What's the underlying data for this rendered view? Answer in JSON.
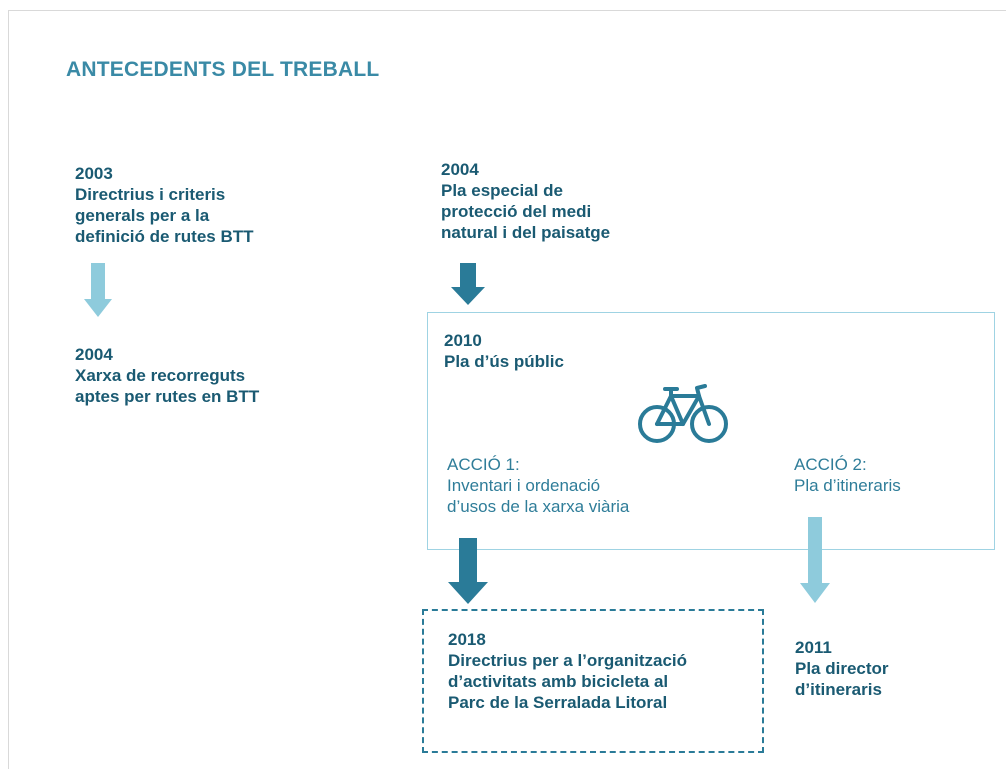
{
  "title": "ANTECEDENTS DEL TREBALL",
  "colors": {
    "title": "#3a8aa6",
    "bold_text": "#1a5a72",
    "plain_text": "#2f7d99",
    "arrow_light": "#8ecbdc",
    "arrow_dark": "#2a7b98",
    "box_border": "#9fd3e3",
    "dashed_border": "#2a7b98"
  },
  "nodes": {
    "n2003": {
      "year": "2003",
      "lines": [
        "Directrius i criteris",
        "generals per a la",
        "definició de rutes BTT"
      ]
    },
    "n2004a": {
      "year": "2004",
      "lines": [
        "Xarxa de recorreguts",
        "aptes  per rutes en BTT"
      ]
    },
    "n2004b": {
      "year": "2004",
      "lines": [
        "Pla especial de",
        "protecció del medi",
        "natural i del paisatge"
      ]
    },
    "n2010": {
      "year": "2010",
      "lines": [
        "Pla d’ús públic"
      ],
      "icon": "bicycle-icon"
    },
    "accio1": {
      "lines": [
        "ACCIÓ 1:",
        "Inventari i ordenació",
        "d’usos de la xarxa viària"
      ]
    },
    "accio2": {
      "lines": [
        "ACCIÓ 2:",
        "Pla d’itineraris"
      ]
    },
    "n2018": {
      "year": "2018",
      "lines": [
        "Directrius per a l’organització",
        "d’activitats amb bicicleta al",
        "Parc de la Serralada Litoral"
      ]
    },
    "n2011": {
      "year": "2011",
      "lines": [
        "Pla director",
        "d’itineraris"
      ]
    }
  }
}
